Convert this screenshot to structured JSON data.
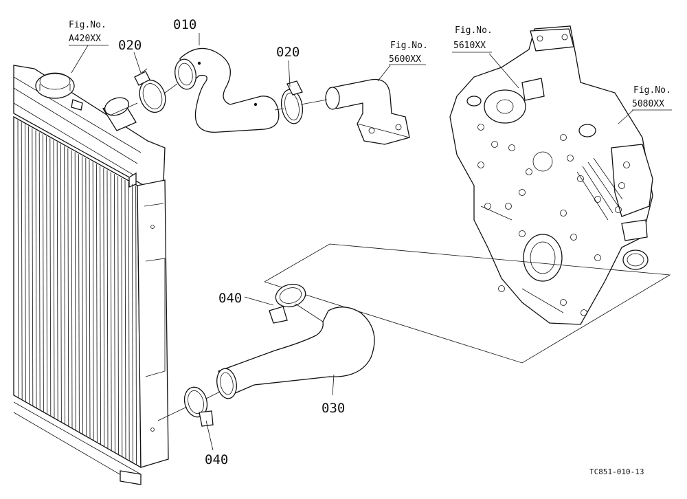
{
  "parts": {
    "p010": "010",
    "p020_left": "020",
    "p020_right": "020",
    "p030": "030",
    "p040_upper": "040",
    "p040_lower": "040"
  },
  "figure_refs": [
    {
      "prefix": "Fig.No.",
      "code": "A420XX"
    },
    {
      "prefix": "Fig.No.",
      "code": "5600XX"
    },
    {
      "prefix": "Fig.No.",
      "code": "5610XX"
    },
    {
      "prefix": "Fig.No.",
      "code": "5080XX"
    }
  ],
  "drawing_code": "TC851-010-13"
}
